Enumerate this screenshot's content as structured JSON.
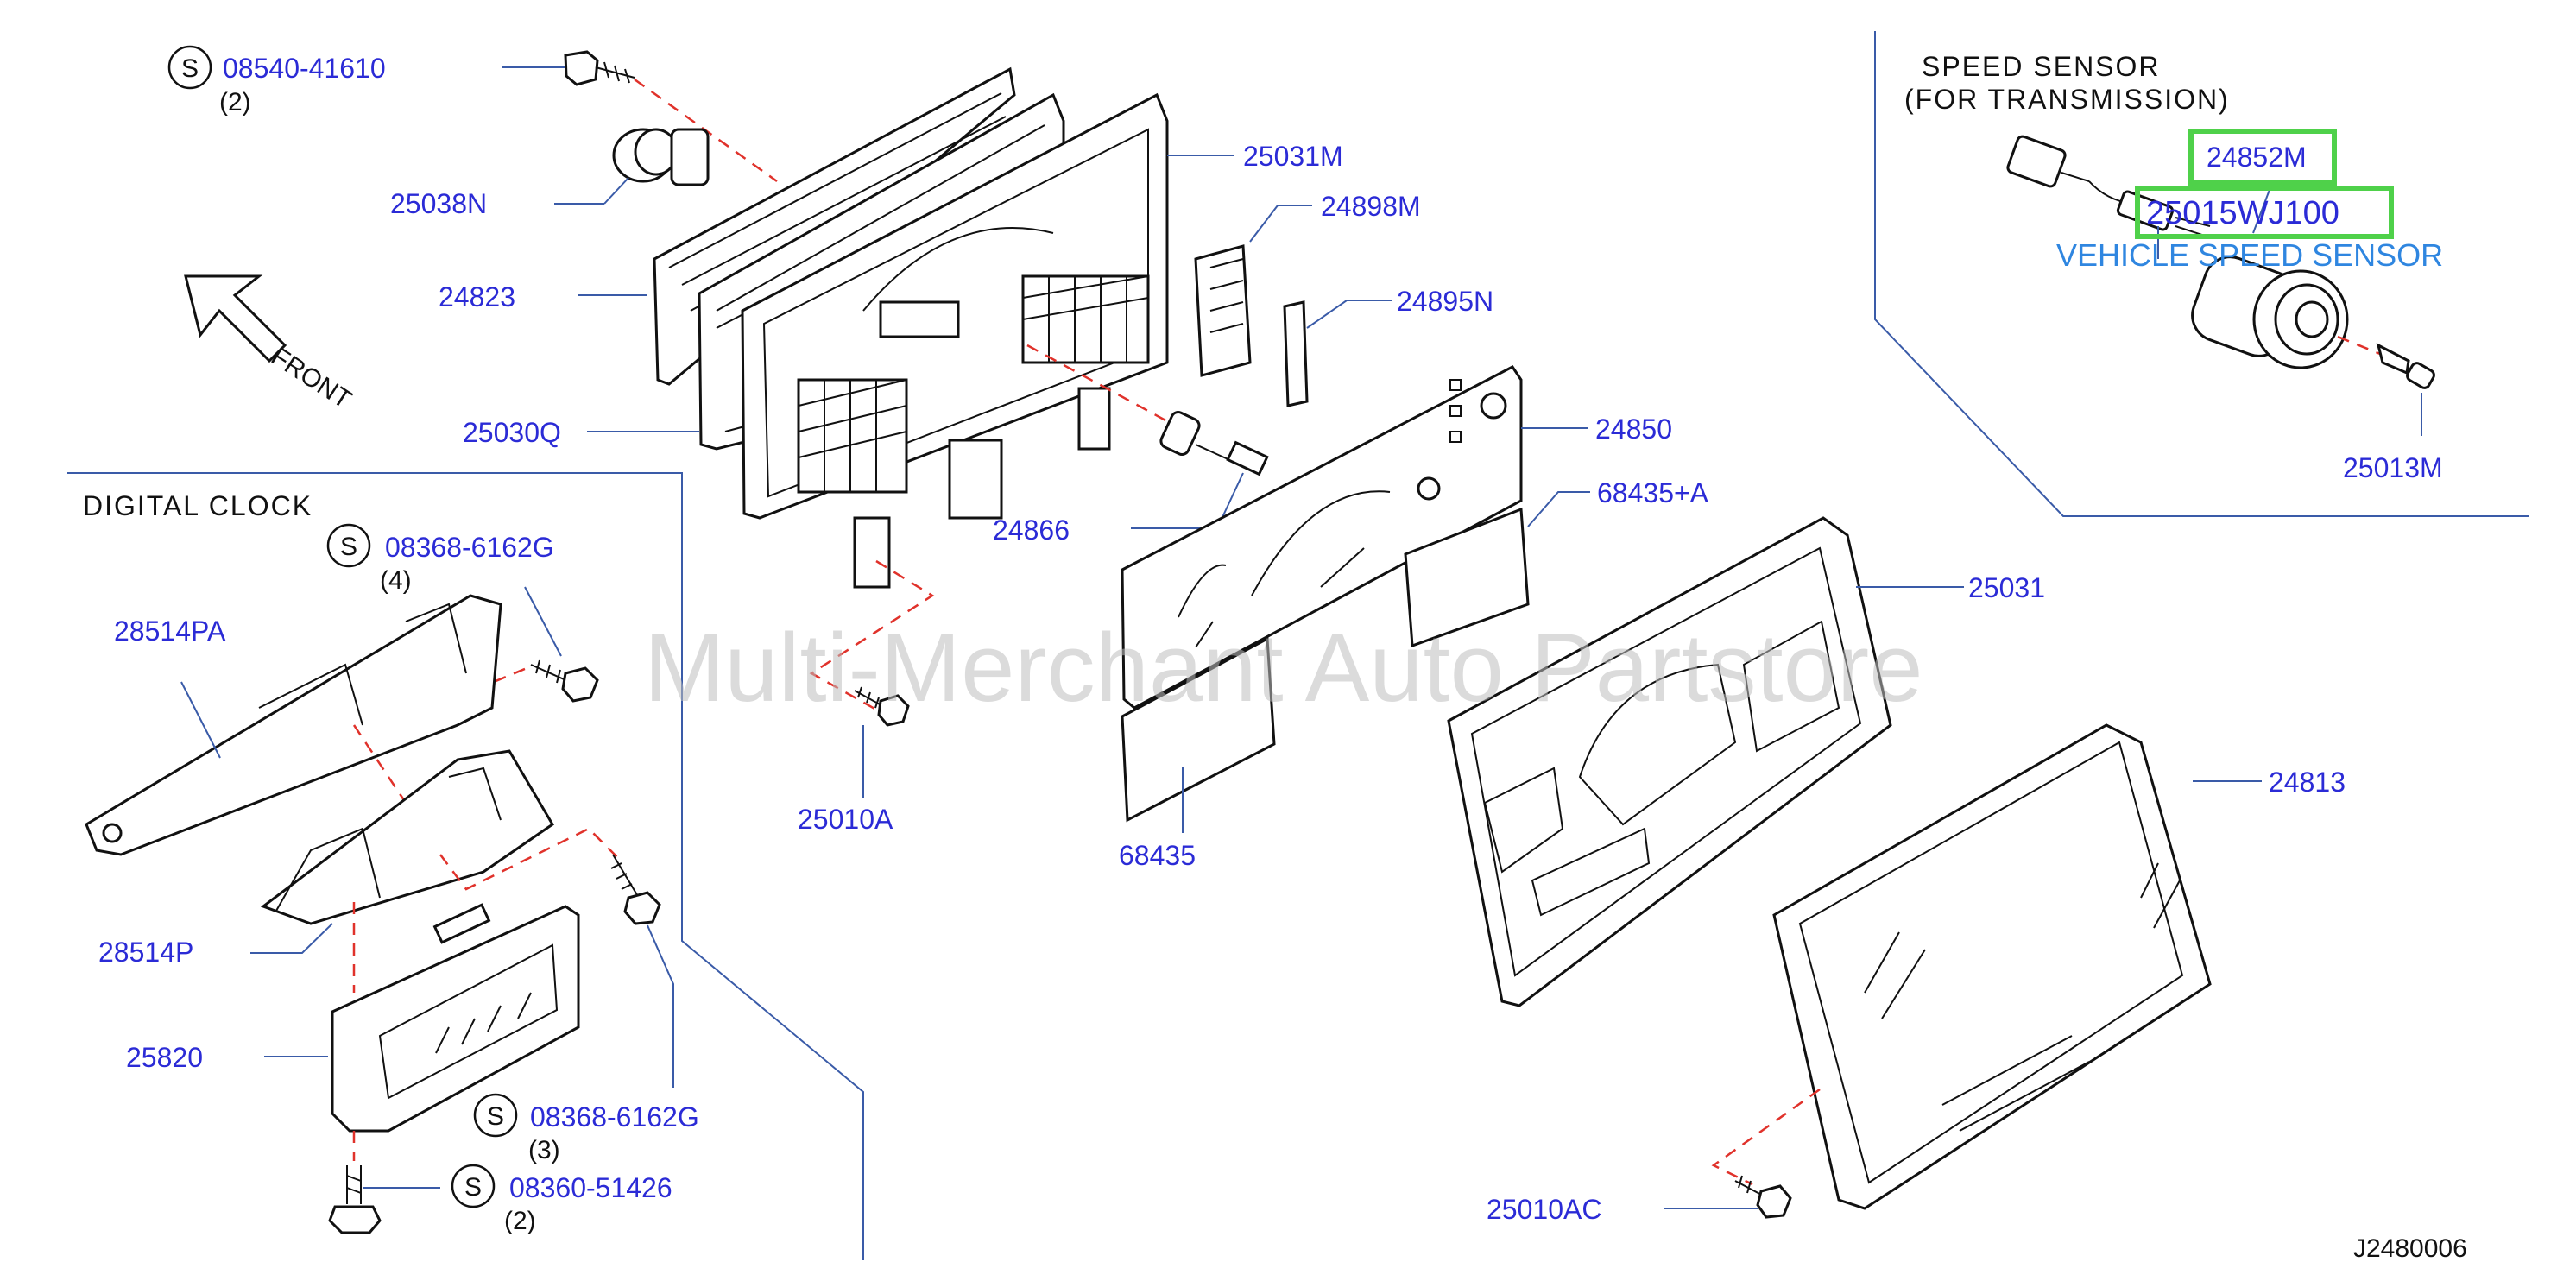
{
  "labels": {
    "s_08540_41610": "08540-41610",
    "q_2a": "(2)",
    "p_25038N": "25038N",
    "p_24823": "24823",
    "p_25030Q": "25030Q",
    "p_25031M": "25031M",
    "p_24898M": "24898M",
    "p_24895N": "24895N",
    "p_24850": "24850",
    "p_68435A": "68435+A",
    "p_24866": "24866",
    "p_25031": "25031",
    "p_25010A": "25010A",
    "p_68435": "68435",
    "p_24813": "24813",
    "p_25010AC": "25010AC",
    "p_28514PA": "28514PA",
    "p_28514P": "28514P",
    "p_25820": "25820",
    "s_08368_6162G_a": "08368-6162G",
    "q_4": "(4)",
    "s_08368_6162G_b": "08368-6162G",
    "q_3": "(3)",
    "s_08360_51426": "08360-51426",
    "q_2b": "(2)",
    "p_24852M": "24852M",
    "p_25015WJ100": "25015WJ100",
    "p_25013M": "25013M",
    "s_symbol": "S"
  },
  "headings": {
    "front": "FRONT",
    "digital_clock": "DIGITAL  CLOCK",
    "speed_sensor_1": "SPEED  SENSOR",
    "speed_sensor_2": "(FOR  TRANSMISSION)",
    "vehicle_speed_sensor": "VEHICLE SPEED SENSOR"
  },
  "watermark": "Multi-Merchant Auto Partstore",
  "diagram_code": "J2480006",
  "colors": {
    "label": "#2b2bd6",
    "leader": "#3a5ba8",
    "dash": "#e0322b",
    "highlight": "#4fd14a",
    "note": "#2f86e0"
  }
}
